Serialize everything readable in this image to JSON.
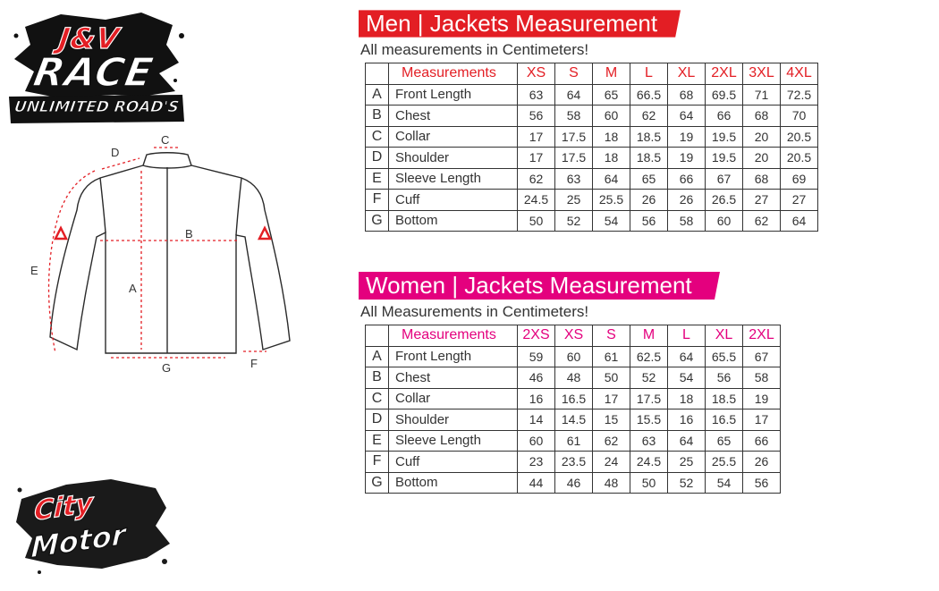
{
  "logo_top": {
    "line1": "J&V",
    "line2": "RACE",
    "line3": "UNLIMITED ROAD'S"
  },
  "logo_bottom": {
    "line1": "City",
    "line2": "Motor"
  },
  "diagram": {
    "labels": [
      "A",
      "B",
      "C",
      "D",
      "E",
      "F",
      "G"
    ]
  },
  "men": {
    "title": "Men | Jackets Measurement",
    "note": "All measurements in Centimeters!",
    "color": "#e31e24",
    "header": "Measurements",
    "sizes": [
      "XS",
      "S",
      "M",
      "L",
      "XL",
      "2XL",
      "3XL",
      "4XL"
    ],
    "rows": [
      {
        "letter": "A",
        "name": "Front Length",
        "values": [
          "63",
          "64",
          "65",
          "66.5",
          "68",
          "69.5",
          "71",
          "72.5"
        ]
      },
      {
        "letter": "B",
        "name": "Chest",
        "values": [
          "56",
          "58",
          "60",
          "62",
          "64",
          "66",
          "68",
          "70"
        ]
      },
      {
        "letter": "C",
        "name": "Collar",
        "values": [
          "17",
          "17.5",
          "18",
          "18.5",
          "19",
          "19.5",
          "20",
          "20.5"
        ]
      },
      {
        "letter": "D",
        "name": "Shoulder",
        "values": [
          "17",
          "17.5",
          "18",
          "18.5",
          "19",
          "19.5",
          "20",
          "20.5"
        ]
      },
      {
        "letter": "E",
        "name": "Sleeve Length",
        "values": [
          "62",
          "63",
          "64",
          "65",
          "66",
          "67",
          "68",
          "69"
        ]
      },
      {
        "letter": "F",
        "name": "Cuff",
        "values": [
          "24.5",
          "25",
          "25.5",
          "26",
          "26",
          "26.5",
          "27",
          "27"
        ]
      },
      {
        "letter": "G",
        "name": "Bottom",
        "values": [
          "50",
          "52",
          "54",
          "56",
          "58",
          "60",
          "62",
          "64"
        ]
      }
    ]
  },
  "women": {
    "title": "Women | Jackets Measurement",
    "note": "All Measurements in Centimeters!",
    "color": "#e4007e",
    "header": "Measurements",
    "sizes": [
      "2XS",
      "XS",
      "S",
      "M",
      "L",
      "XL",
      "2XL"
    ],
    "rows": [
      {
        "letter": "A",
        "name": "Front Length",
        "values": [
          "59",
          "60",
          "61",
          "62.5",
          "64",
          "65.5",
          "67"
        ]
      },
      {
        "letter": "B",
        "name": "Chest",
        "values": [
          "46",
          "48",
          "50",
          "52",
          "54",
          "56",
          "58"
        ]
      },
      {
        "letter": "C",
        "name": "Collar",
        "values": [
          "16",
          "16.5",
          "17",
          "17.5",
          "18",
          "18.5",
          "19"
        ]
      },
      {
        "letter": "D",
        "name": "Shoulder",
        "values": [
          "14",
          "14.5",
          "15",
          "15.5",
          "16",
          "16.5",
          "17"
        ]
      },
      {
        "letter": "E",
        "name": "Sleeve Length",
        "values": [
          "60",
          "61",
          "62",
          "63",
          "64",
          "65",
          "66"
        ]
      },
      {
        "letter": "F",
        "name": "Cuff",
        "values": [
          "23",
          "23.5",
          "24",
          "24.5",
          "25",
          "25.5",
          "26"
        ]
      },
      {
        "letter": "G",
        "name": "Bottom",
        "values": [
          "44",
          "46",
          "48",
          "50",
          "52",
          "54",
          "56"
        ]
      }
    ]
  }
}
